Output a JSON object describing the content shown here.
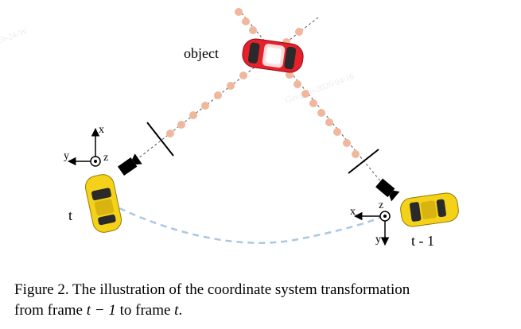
{
  "labels": {
    "object": "object",
    "current_frame": "t",
    "previous_frame": "t - 1"
  },
  "axes": {
    "x": "x",
    "y": "y",
    "z": "z"
  },
  "caption": {
    "prefix": "Figure 2.",
    "text_1": "The illustration of the coordinate system transformation",
    "text_2": "from frame",
    "t_minus_1": "t − 1",
    "text_3": "to frame",
    "t": "t",
    "text_4": "."
  },
  "colors": {
    "object_car": "#e8202c",
    "ego_car": "#f4d21a",
    "trajectory": "#a9c7e4",
    "ray_dots": "#f0b79c",
    "ink": "#000000"
  },
  "icons": [
    "red-car-icon",
    "yellow-car-icon",
    "camera-icon",
    "coordinate-axes-icon"
  ]
}
